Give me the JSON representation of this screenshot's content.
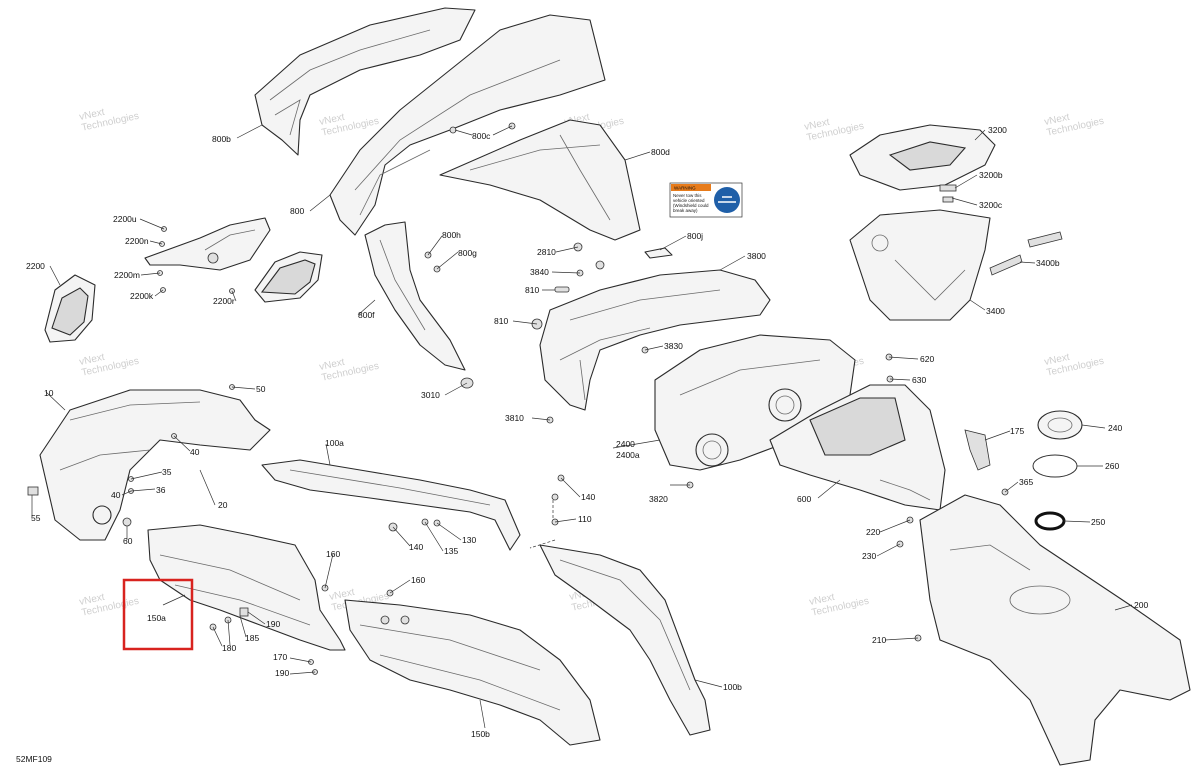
{
  "diagram_code": "52MF109",
  "watermark": {
    "line1": "vNext",
    "line2": "Technologies"
  },
  "warning_decal": {
    "header": "WARNING",
    "lines": [
      "Never tow this",
      "vehicle oriented",
      "(Windshield could",
      "break away)"
    ]
  },
  "highlighted_part": "150a",
  "callouts": [
    "800b",
    "800c",
    "800",
    "800d",
    "800h",
    "800g",
    "800f",
    "800j",
    "2200u",
    "2200n",
    "2200m",
    "2200k",
    "2200r",
    "2200",
    "2810",
    "3840",
    "810",
    "810",
    "3800",
    "3830",
    "3010",
    "3810",
    "2400",
    "2400a",
    "3820",
    "3200",
    "3200b",
    "3200c",
    "3400b",
    "3400",
    "620",
    "630",
    "600",
    "175",
    "240",
    "260",
    "365",
    "250",
    "220",
    "230",
    "200",
    "210",
    "50",
    "10",
    "40",
    "40",
    "35",
    "36",
    "55",
    "60",
    "20",
    "100a",
    "140",
    "110",
    "135",
    "130",
    "140",
    "160",
    "160",
    "150a",
    "190",
    "185",
    "180",
    "170",
    "190",
    "150b",
    "100b"
  ],
  "colors": {
    "highlight": "#d8231f",
    "line": "#2b2b2b",
    "watermark": "#cfcfcf"
  }
}
